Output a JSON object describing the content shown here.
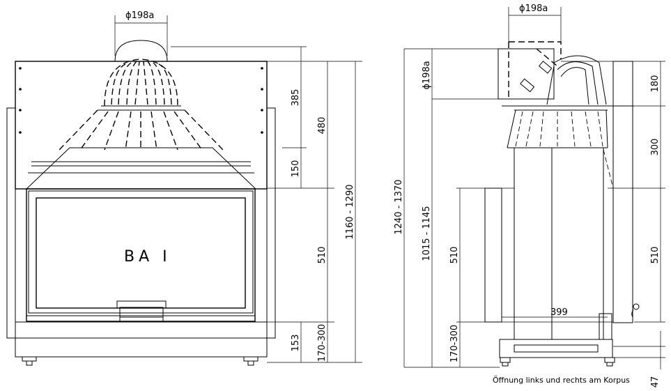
{
  "front_view": {
    "model_label": "BA I",
    "flue_diameter": "ϕ198a",
    "dims": {
      "d385": "385",
      "d480": "480",
      "d150": "150",
      "d510": "510",
      "d153": "153",
      "d170_300": "170-300",
      "d1160_1290": "1160 - 1290"
    }
  },
  "side_view": {
    "flue_diameter_top": "ϕ198a",
    "flue_diameter_side": "ϕ198a",
    "dims": {
      "d1240_1370": "1240 - 1370",
      "d1015_1145": "1015 - 1145",
      "d510_left": "510",
      "d170_300": "170-300",
      "d399": "399",
      "d180": "180",
      "d300": "300",
      "d510_right": "510",
      "d47": "47"
    },
    "note": "Öffnung links und rechts am Korpus"
  }
}
